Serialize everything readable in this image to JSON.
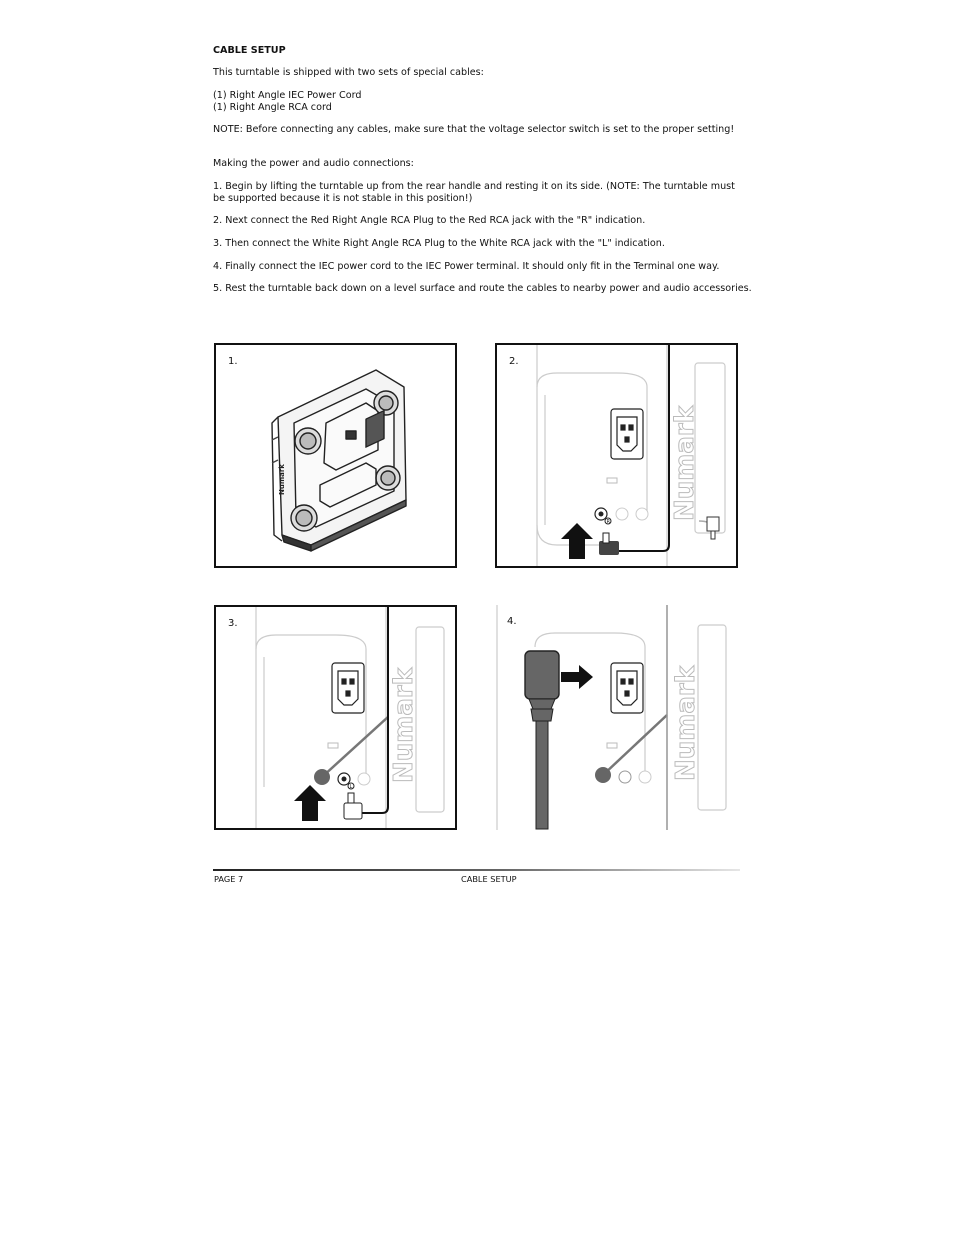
{
  "heading": "CABLE SETUP",
  "intro": "This turntable is shipped with two sets of special cables:",
  "cables": [
    "(1) Right Angle IEC Power Cord",
    "(1) Right Angle RCA cord"
  ],
  "note": "NOTE: Before connecting any cables, make sure that the voltage selector switch is set to the proper setting!",
  "connections_intro": "Making the power and audio connections:",
  "steps": [
    "1. Begin by lifting the turntable up from the rear handle and resting it on its side. (NOTE: The turntable must be supported because it is not stable in this position!)",
    "2. Next connect the Red Right Angle RCA Plug to the Red RCA jack with the \"R\" indication.",
    "3. Then connect the White Right Angle RCA Plug to the White RCA jack with the \"L\" indication.",
    "4. Finally connect the IEC power cord to the IEC Power terminal. It should only fit in the Terminal one way.",
    "5. Rest the turntable back down on a level surface and route the cables to nearby power and audio accessories."
  ],
  "figures": [
    {
      "label": "1.",
      "brand": "Numark",
      "icon": "turntable-on-side-illustration"
    },
    {
      "label": "2.",
      "brand": "Numark",
      "jack": "R",
      "icon": "rca-right-connection-illustration"
    },
    {
      "label": "3.",
      "brand": "Numark",
      "jack": "L",
      "icon": "rca-left-connection-illustration"
    },
    {
      "label": "4.",
      "brand": "Numark",
      "icon": "iec-power-connection-illustration"
    }
  ],
  "footer": {
    "page": "PAGE 7",
    "section": "CABLE SETUP"
  }
}
